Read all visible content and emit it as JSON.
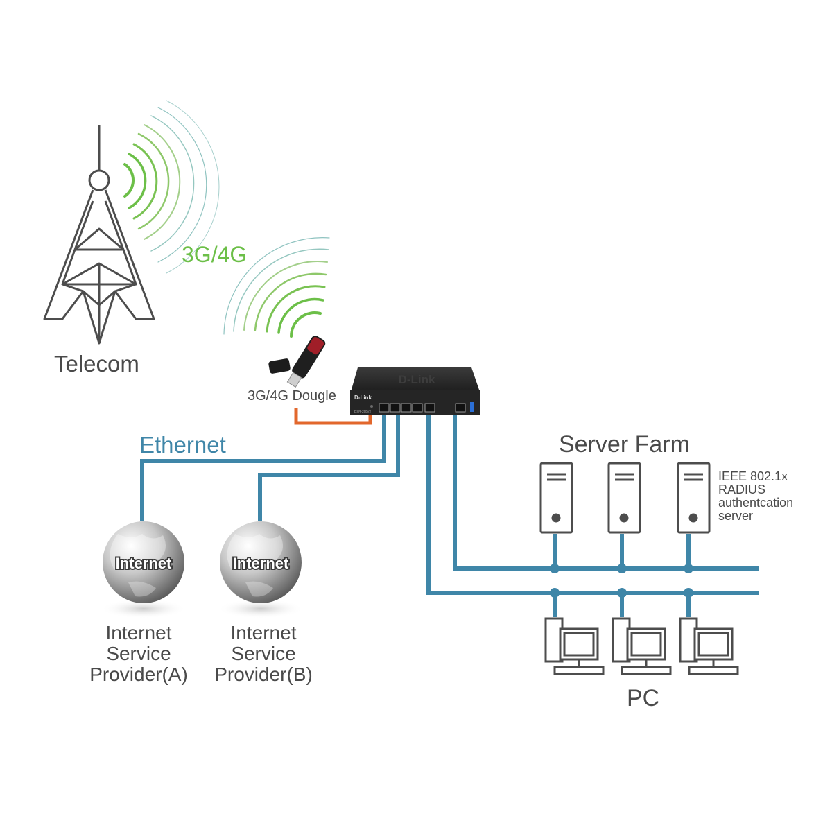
{
  "labels": {
    "telecom": "Telecom",
    "wireless": "3G/4G",
    "dongle": "3G/4G Dougle",
    "ethernet": "Ethernet",
    "server_farm": "Server Farm",
    "radius_line1": "IEEE 802.1x",
    "radius_line2": "RADIUS",
    "radius_line3": "authentcation",
    "radius_line4": "server",
    "pc": "PC",
    "isp_a": {
      "globe": "Internet",
      "line1": "Internet",
      "line2": "Service",
      "line3": "Provider(A)"
    },
    "isp_b": {
      "globe": "Internet",
      "line1": "Internet",
      "line2": "Service",
      "line3": "Provider(B)"
    },
    "router_brand": "D-Link",
    "router_brand_top": "D-Link",
    "router_model": "DSR-250V2"
  },
  "colors": {
    "ethernet_cable": "#3f86a8",
    "usb_cable": "#e2672c",
    "wave_green": "#6cbf48",
    "wave_teal": "#8fc3c0",
    "wireless_text": "#6cbf48",
    "ethernet_text": "#3f86a8",
    "label_text": "#4a4a4a",
    "router_body": "#2b2b2b"
  }
}
